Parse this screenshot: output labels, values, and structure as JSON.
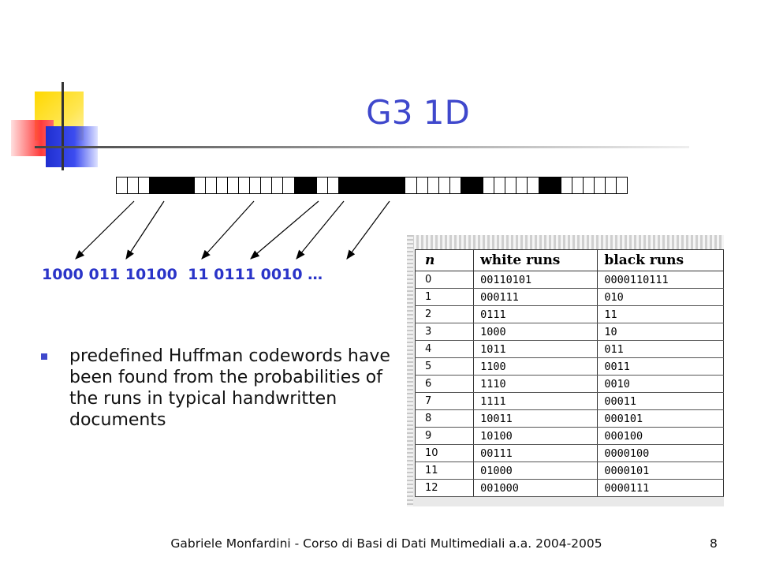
{
  "slide": {
    "title": "G3 1D",
    "code_sequence": "1000 011 10100  11 0111 0010 …",
    "bullet": "predefined Huffman codewords have been found from the probabilities of the runs in typical handwritten documents",
    "footer": "Gabriele Monfardini - Corso di Basi di Dati Multimediali  a.a. 2004-2005",
    "page_number": "8"
  },
  "pixel_strip": [
    0,
    0,
    0,
    1,
    1,
    1,
    1,
    0,
    0,
    0,
    0,
    0,
    0,
    0,
    0,
    0,
    1,
    1,
    0,
    0,
    1,
    1,
    1,
    1,
    1,
    1,
    0,
    0,
    0,
    0,
    0,
    1,
    1,
    0,
    0,
    0,
    0,
    0,
    1,
    1,
    0,
    0,
    0,
    0,
    0,
    0
  ],
  "table": {
    "headers": [
      "n",
      "white runs",
      "black runs"
    ],
    "rows": [
      [
        "0",
        "00110101",
        "0000110111"
      ],
      [
        "1",
        "000111",
        "010"
      ],
      [
        "2",
        "0111",
        "11"
      ],
      [
        "3",
        "1000",
        "10"
      ],
      [
        "4",
        "1011",
        "011"
      ],
      [
        "5",
        "1100",
        "0011"
      ],
      [
        "6",
        "1110",
        "0010"
      ],
      [
        "7",
        "1111",
        "00011"
      ],
      [
        "8",
        "10011",
        "000101"
      ],
      [
        "9",
        "10100",
        "000100"
      ],
      [
        "10",
        "00111",
        "0000100"
      ],
      [
        "11",
        "01000",
        "0000101"
      ],
      [
        "12",
        "001000",
        "0000111"
      ]
    ]
  },
  "colors": {
    "title": "#3f48cc",
    "code": "#2a34c8",
    "bullet": "#3f48cc"
  }
}
